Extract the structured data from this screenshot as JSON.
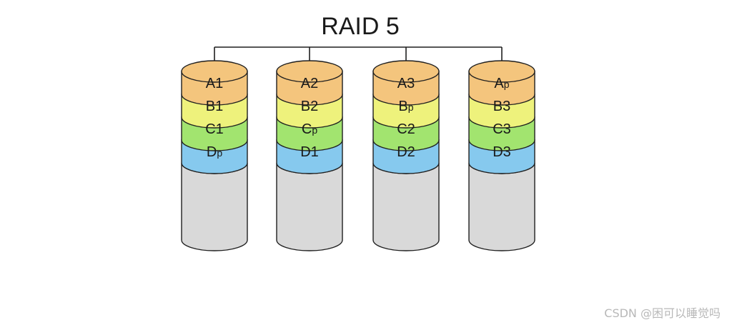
{
  "title": "RAID 5",
  "colors": {
    "A": "#f4c57d",
    "B": "#eef27c",
    "C": "#a2e46f",
    "D": "#86c9ee",
    "empty": "#d9d9d9",
    "stroke": "#1f1f1f"
  },
  "disks": [
    {
      "blocks": [
        {
          "stripe": "A",
          "base": "A",
          "sub": "1"
        },
        {
          "stripe": "B",
          "base": "B",
          "sub": "1"
        },
        {
          "stripe": "C",
          "base": "C",
          "sub": "1"
        },
        {
          "stripe": "D",
          "base": "D",
          "sub": "p"
        }
      ]
    },
    {
      "blocks": [
        {
          "stripe": "A",
          "base": "A",
          "sub": "2"
        },
        {
          "stripe": "B",
          "base": "B",
          "sub": "2"
        },
        {
          "stripe": "C",
          "base": "C",
          "sub": "p"
        },
        {
          "stripe": "D",
          "base": "D",
          "sub": "1"
        }
      ]
    },
    {
      "blocks": [
        {
          "stripe": "A",
          "base": "A",
          "sub": "3"
        },
        {
          "stripe": "B",
          "base": "B",
          "sub": "p"
        },
        {
          "stripe": "C",
          "base": "C",
          "sub": "2"
        },
        {
          "stripe": "D",
          "base": "D",
          "sub": "2"
        }
      ]
    },
    {
      "blocks": [
        {
          "stripe": "A",
          "base": "A",
          "sub": "p"
        },
        {
          "stripe": "B",
          "base": "B",
          "sub": "3"
        },
        {
          "stripe": "C",
          "base": "C",
          "sub": "3"
        },
        {
          "stripe": "D",
          "base": "D",
          "sub": "3"
        }
      ]
    }
  ],
  "watermark": "CSDN @困可以睡觉吗"
}
